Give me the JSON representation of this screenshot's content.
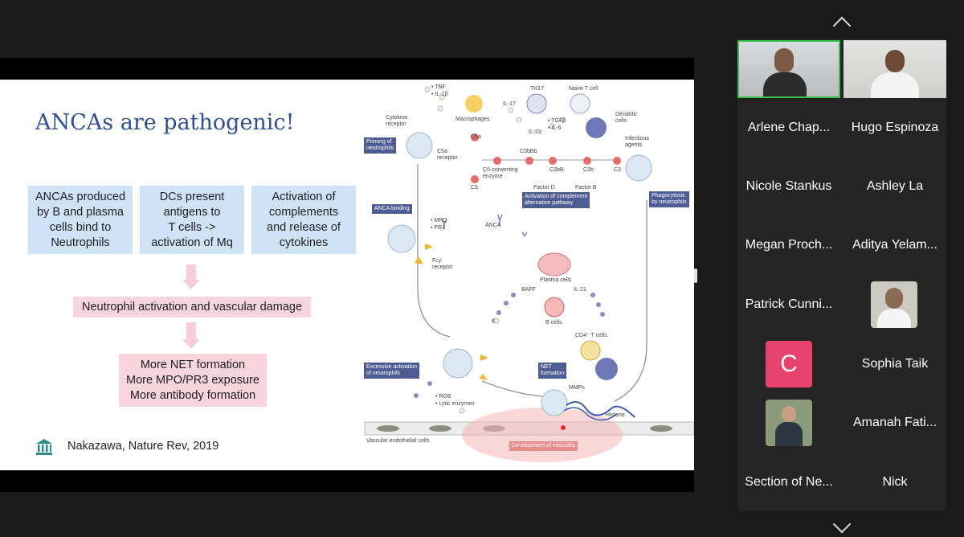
{
  "slide": {
    "title": "ANCAs are pathogenic!",
    "boxes": [
      {
        "text": "ANCAs produced\nby B and plasma\ncells bind to\nNeutrophils"
      },
      {
        "text": "DCs present\nantigens to\nT cells ->\nactivation of Mq"
      },
      {
        "text": "Activation of\ncomplements\nand release of\ncytokines"
      }
    ],
    "middle_box": "Neutrophil activation and vascular damage",
    "bottom_box": "More NET formation\nMore MPO/PR3 exposure\nMore antibody formation",
    "citation": "Nakazawa, Nature Rev, 2019"
  },
  "diagram": {
    "labels": {
      "tnf": "• TNF",
      "il1b": "• IL-1β",
      "cytokine_receptor": "Cytokine\nreceptor",
      "macrophages": "Macrophages",
      "th17": "TH17",
      "naive_t": "Naive T cell",
      "il17": "IL-17",
      "il23": "IL-23",
      "tgfb": "• TGFβ",
      "il6": "• IL-6",
      "dendritic": "Dendritic\ncells",
      "infectious": "Infectious\nagents",
      "c5a": "C5a",
      "c5a_receptor": "C5a\nreceptor",
      "c3bbb": "C3bBb",
      "c5conv": "C5-converting\nenzyme",
      "c3bb": "C3bB",
      "c3b": "C3b",
      "c3": "C3",
      "c5": "C5",
      "factor_d": "Factor D",
      "factor_b": "Factor B",
      "mpo": "• MPO",
      "pr3": "• PR3",
      "anca": "ANCA",
      "fcg": "Fcγ\nreceptor",
      "plasma": "Plasma cells",
      "baff": "BAFF",
      "il21": "IL-21",
      "bcells": "B cells",
      "cd4": "CD4⁺ T cells",
      "ros": "• ROS",
      "lytic": "• Lytic enzymes",
      "mmps": "MMPs",
      "histone": "Histone",
      "endo": "Vascular endothelial cells"
    },
    "tags": {
      "priming": "Priming of\nneutrophils",
      "anca_binding": "ANCA binding",
      "complement": "Activation of complement\nalternative pathway",
      "phago": "Phagocytosis\nby neutrophils",
      "excessive": "Excessive activation\nof neutrophils",
      "net": "NET\nformation",
      "vasculitis": "Development of vasculitis"
    }
  },
  "participants": [
    {
      "name": "Arlene Chap...",
      "video": true,
      "active": true
    },
    {
      "name": "Hugo Espinoza",
      "video": true,
      "active": false
    },
    {
      "name": "Nicole Stankus"
    },
    {
      "name": "Ashley La"
    },
    {
      "name": "Megan Proch..."
    },
    {
      "name": "Aditya Yelam..."
    },
    {
      "name": "Patrick Cunni..."
    },
    {
      "name": "",
      "photo": true
    },
    {
      "name": "",
      "initial": "C",
      "color": "#e8436e"
    },
    {
      "name": "Sophia Taik"
    },
    {
      "name": "",
      "photo": true
    },
    {
      "name": "Amanah Fati..."
    },
    {
      "name": "Section of Ne..."
    },
    {
      "name": "Nick"
    }
  ],
  "colors": {
    "accent_active": "#36c24a",
    "slide_title": "#2f4f90",
    "blue_box": "#cfe3f7",
    "pink_box": "#f7d4de",
    "avatar_c": "#e8436e"
  },
  "icons": {
    "scroll_up": "chevron-up-icon",
    "scroll_down": "chevron-down-icon"
  }
}
